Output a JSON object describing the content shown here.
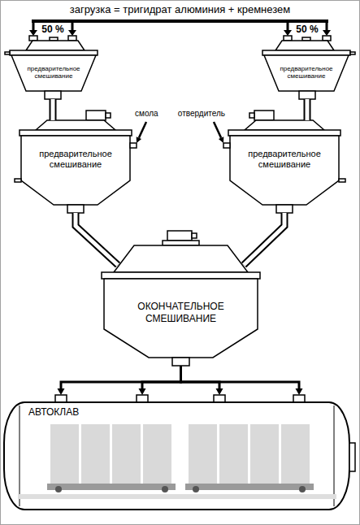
{
  "diagram": {
    "nodes": [
      {
        "text": [
          "предварительное смешивание"
        ]
      },
      {
        "text": [
          "предварительное смешивание"
        ]
      },
      {
        "text": [
          "предварительное смешивание"
        ]
      },
      {
        "text": [
          "предварительное смешивание"
        ]
      },
      {
        "text": [
          "ОКОНЧАТЕЛЬНОЕ СМЕШИВАНИЕ"
        ]
      },
      {
        "text": [
          "АВТОКЛАВ"
        ]
      }
    ],
    "edges": [
      {
        "from": 0,
        "to": 2,
        "arrow": "none"
      },
      {
        "from": 1,
        "to": 3,
        "arrow": "none"
      },
      {
        "from": 2,
        "to": 4,
        "arrow": "none"
      },
      {
        "from": 3,
        "to": 4,
        "arrow": "none"
      },
      {
        "from": 4,
        "to": 5,
        "arrow": "to"
      }
    ],
    "labels": [
      "загрузка = тригидрат алюминия + кремнезем",
      "50 %",
      "50 %",
      "смола",
      "отвердитель"
    ]
  }
}
